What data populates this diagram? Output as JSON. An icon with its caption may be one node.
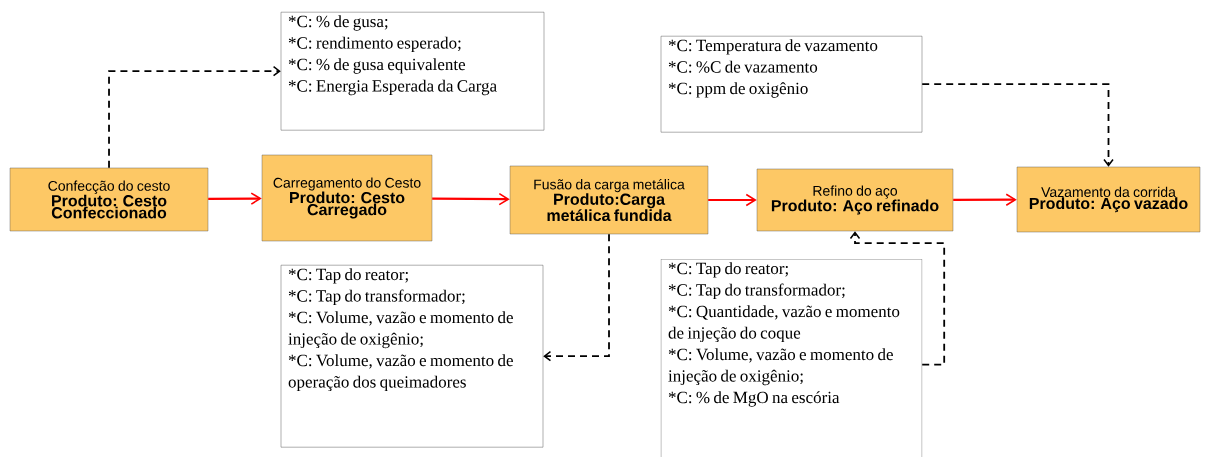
{
  "diagram": {
    "nodes": [
      {
        "text": [
          "Confecção do cesto",
          "Produto: Cesto Confeccionado"
        ]
      },
      {
        "text": [
          "Carregamento do Cesto",
          "Produto: Cesto Carregado"
        ]
      },
      {
        "text": [
          "Fusão da carga metálica",
          "Produto:Carga metálica fundida"
        ]
      },
      {
        "text": [
          "Refino do aço",
          "Produto: Aço refinado"
        ]
      },
      {
        "text": [
          "Vazamento da corrida",
          "Produto: Aço vazado"
        ]
      },
      {
        "text": [
          "*C: % de gusa;",
          "*C: rendimento esperado;",
          "*C: % de gusa equivalente",
          "*C: Energia Esperada da Carga"
        ]
      },
      {
        "text": [
          "*C: Temperatura de vazamento",
          "*C: %C de vazamento",
          "*C: ppm de oxigênio"
        ]
      },
      {
        "text": [
          "*C: Tap do reator;",
          "*C: Tap do transformador;",
          "*C: Volume, vazão e momento de injeção de oxigênio;",
          "*C: Volume, vazão e momento de  operação dos queimadores"
        ]
      },
      {
        "text": [
          "*C: Tap do reator;",
          "*C: Tap do transformador;",
          "*C: Quantidade, vazão e momento de injeção do coque",
          "*C: Volume, vazão e momento de injeção de oxigênio;",
          "*C: % de MgO na escória"
        ]
      }
    ],
    "edges": [
      {
        "from": 0,
        "to": 1,
        "arrow": "to",
        "color": "#ff0000"
      },
      {
        "from": 1,
        "to": 2,
        "arrow": "to",
        "color": "#ff0000"
      },
      {
        "from": 2,
        "to": 3,
        "arrow": "to",
        "color": "#ff0000"
      },
      {
        "from": 3,
        "to": 4,
        "arrow": "to",
        "color": "#ff0000"
      },
      {
        "from": 0,
        "to": 5,
        "arrow": "to",
        "style": "dashed",
        "color": "#000000"
      },
      {
        "from": 6,
        "to": 4,
        "arrow": "to",
        "style": "dashed",
        "color": "#000000"
      },
      {
        "from": 2,
        "to": 7,
        "arrow": "to",
        "style": "dashed",
        "color": "#000000"
      },
      {
        "from": 8,
        "to": 3,
        "arrow": "to",
        "style": "dashed",
        "color": "#000000"
      }
    ]
  }
}
